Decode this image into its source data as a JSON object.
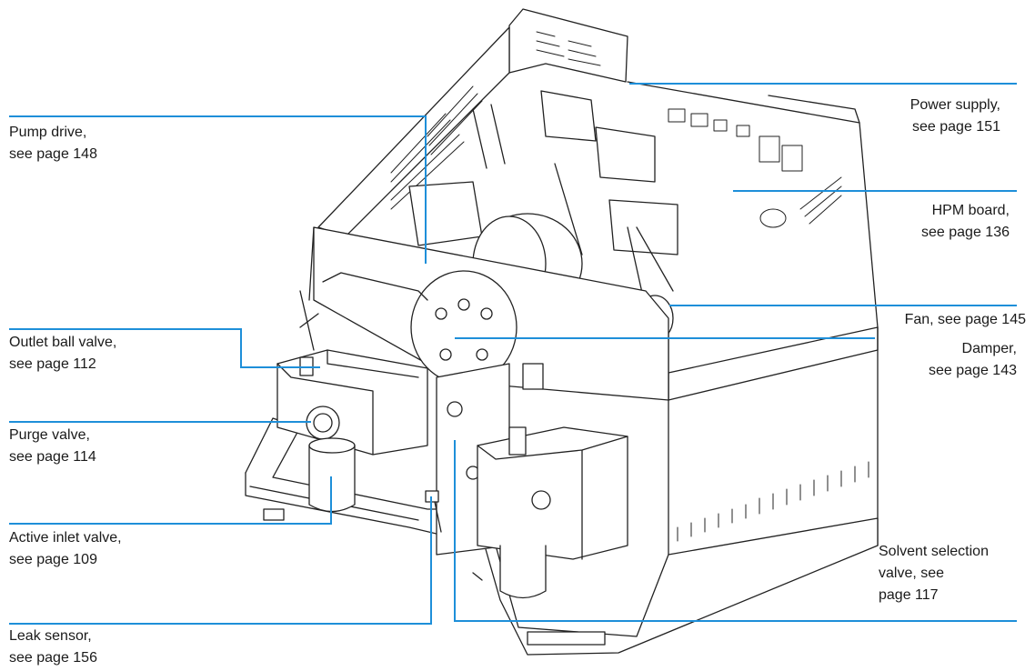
{
  "colors": {
    "callout_line": "#1e8fd9",
    "line_art": "#222222",
    "background": "#ffffff"
  },
  "callouts": {
    "pump_drive": {
      "line1": "Pump drive,",
      "line2": "see page 148"
    },
    "outlet_ball_valve": {
      "line1": "Outlet ball valve,",
      "line2": "see page 112"
    },
    "purge_valve": {
      "line1": "Purge valve,",
      "line2": "see page 114"
    },
    "active_inlet_valve": {
      "line1": "Active inlet valve,",
      "line2": "see page 109"
    },
    "leak_sensor": {
      "line1": "Leak sensor,",
      "line2": "see page 156"
    },
    "power_supply": {
      "line1": "Power supply,",
      "line2": "see page 151"
    },
    "hpm_board": {
      "line1": "HPM board,",
      "line2": "see page 136"
    },
    "fan": {
      "line1": "Fan, see page 145"
    },
    "damper": {
      "line1": "Damper,",
      "line2": "see page 143"
    },
    "solvent_selection_valve": {
      "line1": "Solvent selection",
      "line2": "valve, see",
      "line3": "page 117"
    }
  }
}
